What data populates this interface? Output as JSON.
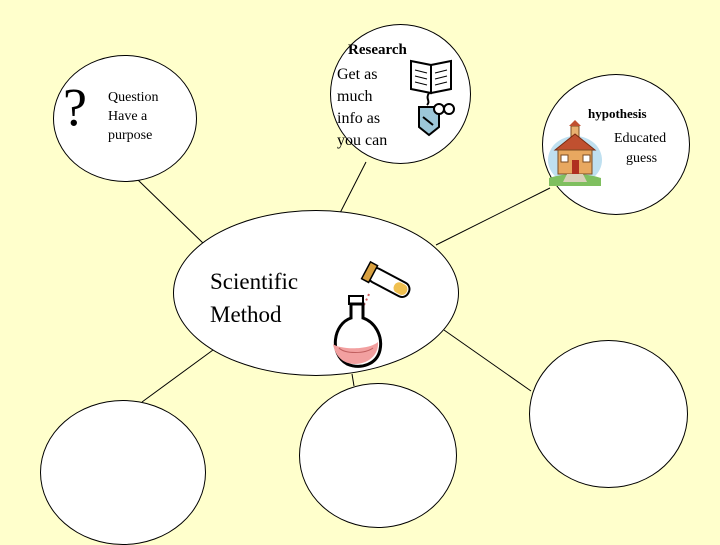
{
  "question": {
    "symbol": "?",
    "title": "Question",
    "lines": [
      "Have a",
      "purpose"
    ]
  },
  "research": {
    "title": "Research",
    "lines": [
      "Get as",
      "much",
      "info as",
      "you can"
    ]
  },
  "hypothesis": {
    "title": "hypothesis",
    "lines": [
      "Educated",
      "guess"
    ]
  },
  "center": {
    "lines": [
      "Scientific",
      "Method"
    ]
  },
  "colors": {
    "background": "#ffffcc",
    "bubble": "#ffffff",
    "stroke": "#000000"
  },
  "icons": [
    "book-magnifier-icon",
    "schoolhouse-icon",
    "flask-test-tube-icon"
  ]
}
